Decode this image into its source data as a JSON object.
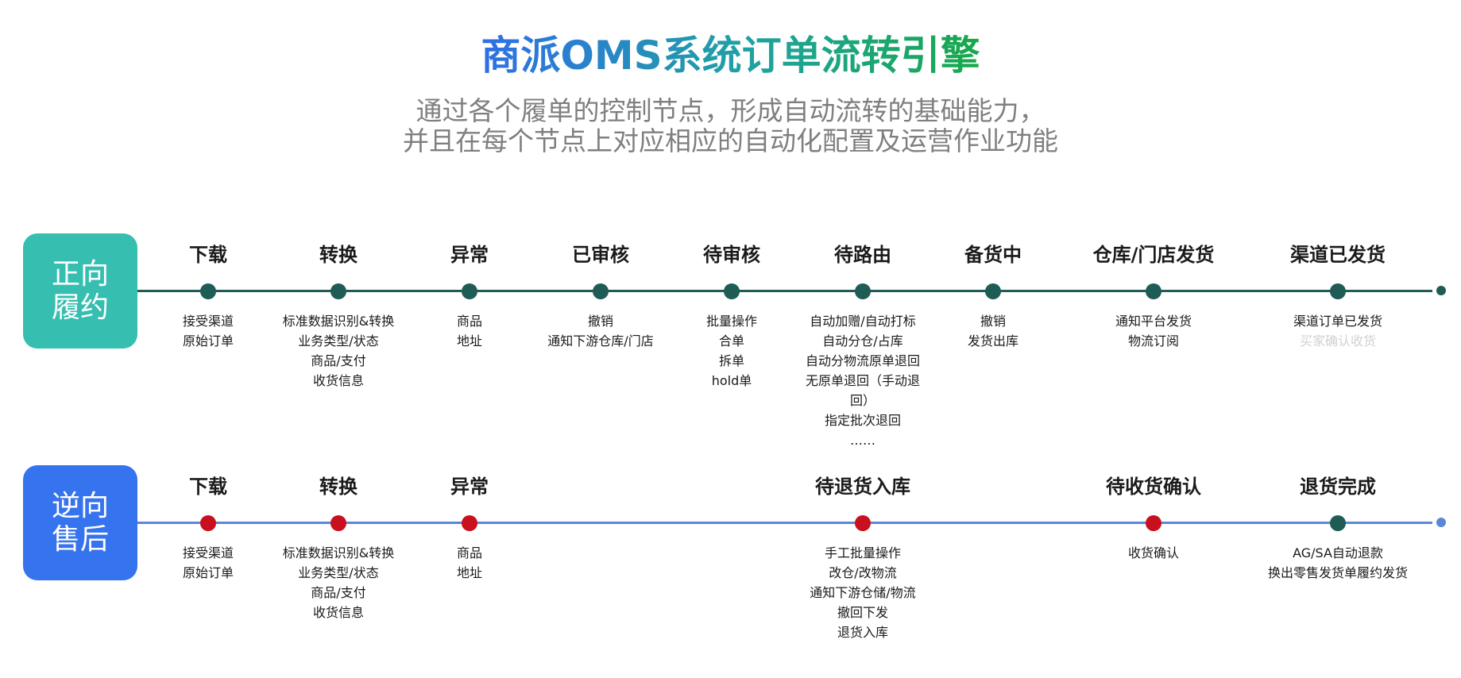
{
  "title": "商派OMS系统订单流转引擎",
  "subtitle_line1": "通过各个履单的控制节点，形成自动流转的基础能力，",
  "subtitle_line2": "并且在每个节点上对应相应的自动化配置及运营作业功能",
  "colors": {
    "forward_label": "#36bfb0",
    "reverse_label": "#3673ee",
    "forward_line": "#1f5c55",
    "reverse_line": "#5a87d6",
    "dot_teal": "#1f5c55",
    "dot_red": "#c8101e",
    "muted_text": "#d0d0d0"
  },
  "forward": {
    "label_line1": "正向",
    "label_line2": "履约",
    "nodes": [
      {
        "title": "下载",
        "dot": "teal",
        "desc": [
          "接受渠道",
          "原始订单"
        ]
      },
      {
        "title": "转换",
        "dot": "teal",
        "desc": [
          "标准数据识别&转换",
          "业务类型/状态",
          "商品/支付",
          "收货信息"
        ]
      },
      {
        "title": "异常",
        "dot": "teal",
        "desc": [
          "商品",
          "地址"
        ]
      },
      {
        "title": "已审核",
        "dot": "teal",
        "desc": [
          "撤销",
          "通知下游仓库/门店"
        ]
      },
      {
        "title": "待审核",
        "dot": "teal",
        "desc": [
          "批量操作",
          "合单",
          "拆单",
          "hold单"
        ]
      },
      {
        "title": "待路由",
        "dot": "teal",
        "desc": [
          "自动加赠/自动打标",
          "自动分仓/占库",
          "自动分物流原单退回",
          "无原单退回（手动退",
          "回）",
          "指定批次退回",
          "……"
        ]
      },
      {
        "title": "备货中",
        "dot": "teal",
        "desc": [
          "撤销",
          "发货出库"
        ]
      },
      {
        "title": "仓库/门店发货",
        "dot": "teal",
        "desc": [
          "通知平台发货",
          "物流订阅"
        ]
      },
      {
        "title": "渠道已发货",
        "dot": "teal",
        "desc": [
          "渠道订单已发货"
        ],
        "muted_desc": "买家确认收货"
      }
    ]
  },
  "reverse": {
    "label_line1": "逆向",
    "label_line2": "售后",
    "nodes": [
      {
        "title": "下载",
        "dot": "red",
        "desc": [
          "接受渠道",
          "原始订单"
        ]
      },
      {
        "title": "转换",
        "dot": "red",
        "desc": [
          "标准数据识别&转换",
          "业务类型/状态",
          "商品/支付",
          "收货信息"
        ]
      },
      {
        "title": "异常",
        "dot": "red",
        "desc": [
          "商品",
          "地址"
        ]
      },
      {
        "title": "待退货入库",
        "dot": "red",
        "desc": [
          "手工批量操作",
          "改仓/改物流",
          "通知下游仓储/物流",
          "撤回下发",
          "退货入库"
        ]
      },
      {
        "title": "待收货确认",
        "dot": "red",
        "desc": [
          "收货确认"
        ]
      },
      {
        "title": "退货完成",
        "dot": "teal",
        "desc": [
          "AG/SA自动退款",
          "换出零售发货单履约发货"
        ]
      }
    ]
  }
}
